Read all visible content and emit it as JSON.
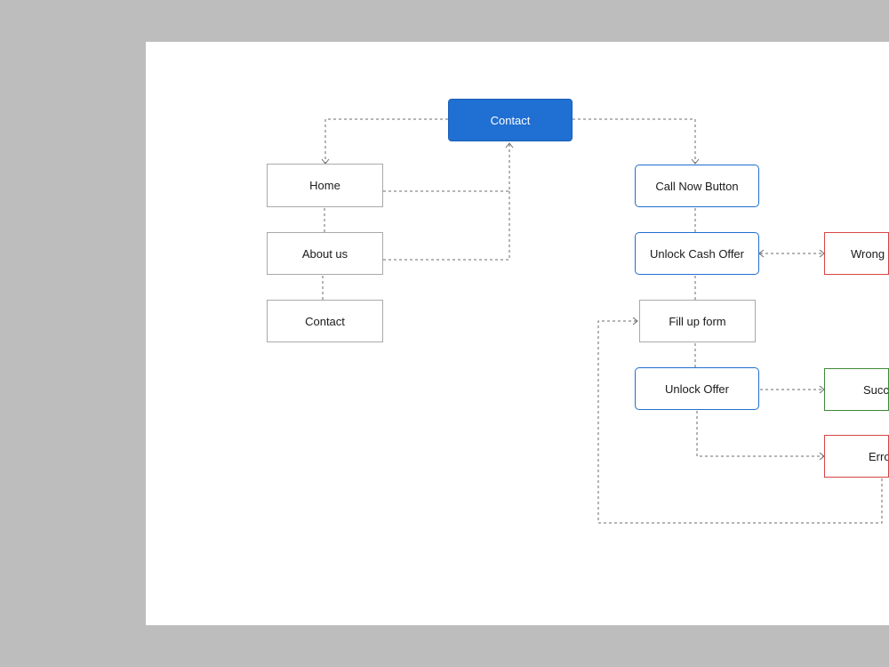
{
  "diagram": {
    "root": {
      "label": "Contact"
    },
    "left_column": [
      {
        "label": "Home"
      },
      {
        "label": "About us"
      },
      {
        "label": "Contact"
      }
    ],
    "right_column": [
      {
        "label": "Call Now Button"
      },
      {
        "label": "Unlock Cash Offer"
      },
      {
        "label": "Fill up form"
      },
      {
        "label": "Unlock Offer"
      }
    ],
    "outcomes": [
      {
        "label": "Wrong e"
      },
      {
        "label": "Succe"
      },
      {
        "label": "Erro"
      }
    ]
  },
  "colors": {
    "canvas": "#bdbdbd",
    "page": "#ffffff",
    "accent_blue": "#206fd2",
    "error_red": "#d64545",
    "success_green": "#3f8a3a",
    "connector": "#666666"
  }
}
